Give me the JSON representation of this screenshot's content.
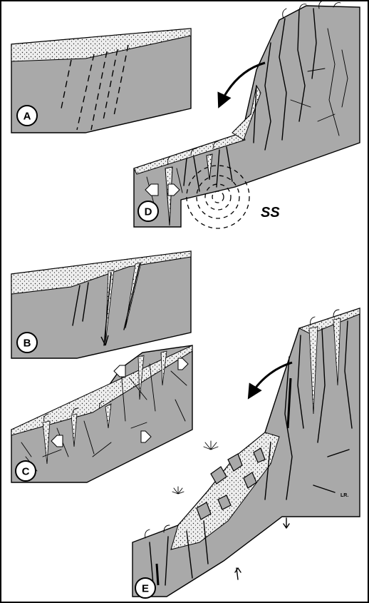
{
  "panels": [
    {
      "id": "A",
      "label": "A"
    },
    {
      "id": "B",
      "label": "B"
    },
    {
      "id": "C",
      "label": "C"
    },
    {
      "id": "D",
      "label": "D"
    },
    {
      "id": "E",
      "label": "E"
    }
  ],
  "seismic_source_label": "SS",
  "artist_initials": "LR.",
  "colors": {
    "rock": "#a9a9a9",
    "sediment": "#ececec",
    "outline": "#000000",
    "background": "#ffffff"
  }
}
